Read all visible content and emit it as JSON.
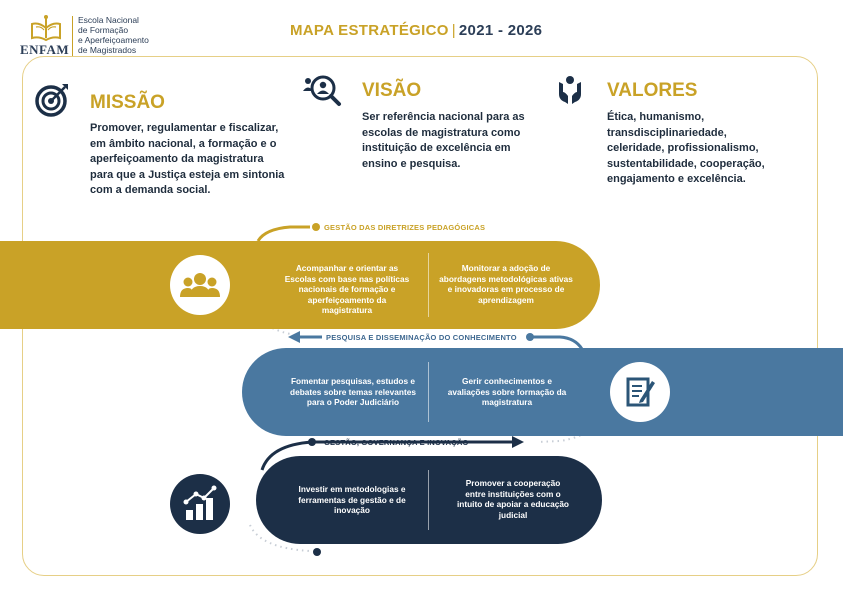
{
  "header": {
    "logo_word": "ENFAM",
    "org_lines": [
      "Escola Nacional",
      "de Formação",
      "e Aperfeiçoamento",
      "de Magistrados"
    ],
    "title": "MAPA ESTRATÉGICO",
    "separator": "|",
    "years": "2021 - 2026"
  },
  "missao": {
    "icon": "target-icon",
    "title": "MISSÃO",
    "lines": [
      "Promover, regulamentar e fiscalizar,",
      "em âmbito nacional, a formação e o",
      "aperfeiçoamento da magistratura",
      "para que a Justiça esteja em sintonia",
      "com a demanda social."
    ]
  },
  "visao": {
    "icon": "people-search-icon",
    "title": "VISÃO",
    "lines": [
      "Ser referência nacional para as",
      "escolas de magistratura como",
      "instituição de excelência em",
      "ensino e pesquisa."
    ]
  },
  "valores": {
    "icon": "hands-heart-icon",
    "title": "VALORES",
    "lines": [
      "Ética, humanismo,",
      "transdisciplinariedade,",
      "celeridade, profissionalismo,",
      "sustentabilidade, cooperação,",
      "engajamento e excelência."
    ]
  },
  "bands": [
    {
      "label": "GESTÃO DAS DIRETRIZES PEDAGÓGICAS",
      "icon": "group-icon",
      "color": "#c9a227",
      "left_lines": [
        "Acompanhar e orientar as",
        "Escolas com base nas políticas",
        "nacionais de formação e",
        "aperfeiçoamento da",
        "magistratura"
      ],
      "right_lines": [
        "Monitorar a adoção de",
        "abordagens metodológicas ativas",
        "e inovadoras em processo de",
        "aprendizagem"
      ]
    },
    {
      "label": "PESQUISA E DISSEMINAÇÃO DO CONHECIMENTO",
      "icon": "document-pen-icon",
      "color": "#4a78a0",
      "left_lines": [
        "Fomentar pesquisas, estudos e",
        "debates sobre temas  relevantes",
        "para o Poder Judiciário"
      ],
      "right_lines": [
        "Gerir conhecimentos e",
        "avaliações sobre formação da",
        "magistratura"
      ]
    },
    {
      "label": "GESTÃO, GOVERNANÇA E INOVAÇÃO",
      "icon": "growth-chart-icon",
      "color": "#1c2f47",
      "left_lines": [
        "Investir em metodologias e",
        "ferramentas de gestão e de",
        "inovação"
      ],
      "right_lines": [
        "Promover a cooperação",
        "entre instituições com o",
        "intuito de apoiar a educação",
        "judicial"
      ]
    }
  ]
}
